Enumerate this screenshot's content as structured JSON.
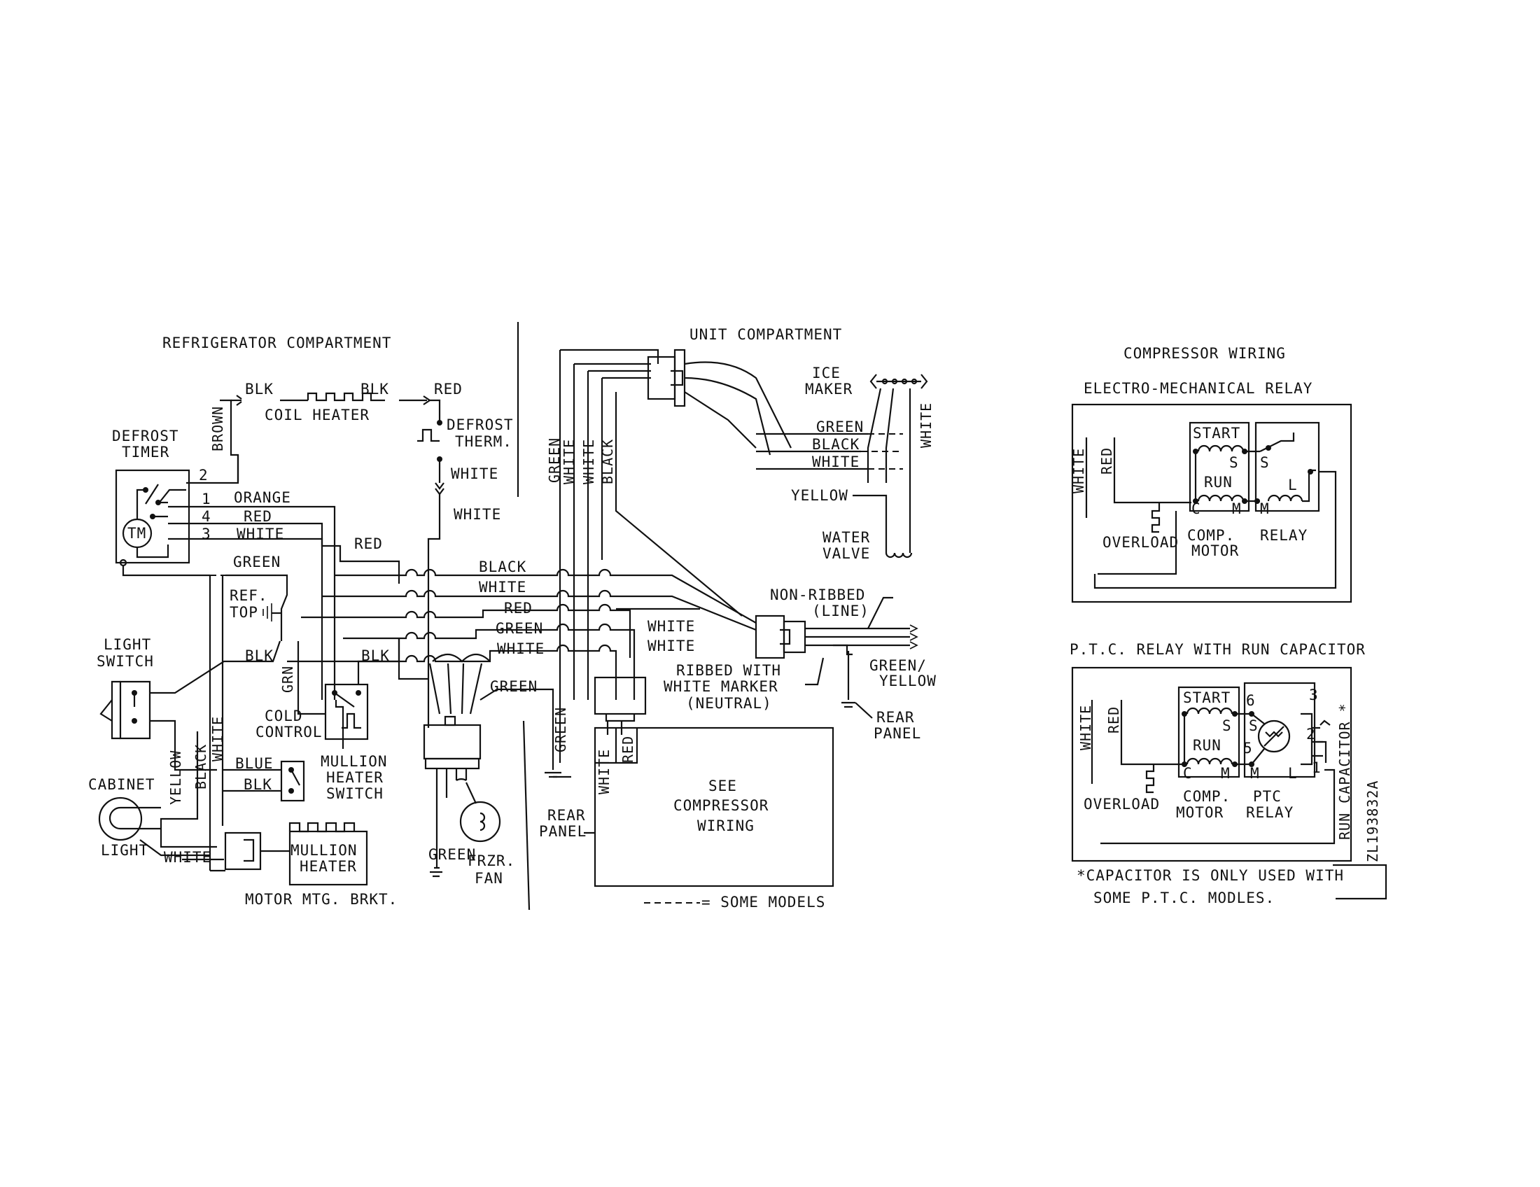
{
  "titles": {
    "ref_compartment": "REFRIGERATOR COMPARTMENT",
    "unit_compartment": "UNIT COMPARTMENT",
    "compressor_wiring": "COMPRESSOR WIRING",
    "em_relay": "ELECTRO-MECHANICAL RELAY",
    "ptc_relay": "P.T.C. RELAY WITH RUN CAPACITOR"
  },
  "refrigerator": {
    "blk_left": "BLK",
    "blk_right": "BLK",
    "red_top": "RED",
    "coil_heater": "COIL HEATER",
    "brown": "BROWN",
    "defrost_therm_1": "DEFROST",
    "defrost_therm_2": "THERM.",
    "white_1": "WHITE",
    "white_2": "WHITE",
    "defrost_timer_1": "DEFROST",
    "defrost_timer_2": "TIMER",
    "tm": "TM",
    "term_2": "2",
    "term_1": "1",
    "term_4": "4",
    "term_3": "3",
    "orange": "ORANGE",
    "red_mid": "RED",
    "white_mid": "WHITE",
    "red_right": "RED",
    "green_top": "GREEN",
    "ref_top_1": "REF.",
    "ref_top_2": "TOP",
    "light_switch_1": "LIGHT",
    "light_switch_2": "SWITCH",
    "blk_a": "BLK",
    "blk_b": "BLK",
    "grn": "GRN",
    "cold_control_1": "COLD",
    "cold_control_2": "CONTROL",
    "yellow_v": "YELLOW",
    "black_v": "BLACK",
    "white_v": "WHITE",
    "blue": "BLUE",
    "blk_c": "BLK",
    "mullion_switch_1": "MULLION",
    "mullion_switch_2": "HEATER",
    "mullion_switch_3": "SWITCH",
    "cabinet": "CABINET",
    "light": "LIGHT",
    "white_bottom": "WHITE",
    "mullion_heater_1": "MULLION",
    "mullion_heater_2": "HEATER",
    "motor_mtg": "MOTOR MTG. BRKT.",
    "green_fan": "GREEN",
    "green_low": "GREEN",
    "frzr_fan_1": "FRZR.",
    "frzr_fan_2": "FAN"
  },
  "unit": {
    "green_v": "GREEN",
    "white_v1": "WHITE",
    "white_v2": "WHITE",
    "black_v": "BLACK",
    "ice_maker_1": "ICE",
    "ice_maker_2": "MAKER",
    "white_ice": "WHITE",
    "green_w": "GREEN",
    "black_w": "BLACK",
    "white_w": "WHITE",
    "yellow": "YELLOW",
    "water_valve_1": "WATER",
    "water_valve_2": "VALVE",
    "black_h": "BLACK",
    "white_h": "WHITE",
    "red_h": "RED",
    "green_h": "GREEN",
    "white_h2": "WHITE",
    "white_r1": "WHITE",
    "white_r2": "WHITE",
    "non_ribbed_1": "NON-RIBBED",
    "non_ribbed_2": "(LINE)",
    "ribbed_1": "RIBBED WITH",
    "ribbed_2": "WHITE MARKER",
    "ribbed_3": "(NEUTRAL)",
    "green_yellow_1": "GREEN/",
    "green_yellow_2": "YELLOW",
    "rear_panel_r1": "REAR",
    "rear_panel_r2": "PANEL",
    "green_mid_v": "GREEN",
    "rear_panel_l1": "REAR",
    "rear_panel_l2": "PANEL",
    "white_cb": "WHITE",
    "red_cb": "RED",
    "see_1": "SEE",
    "see_2": "COMPRESSOR",
    "see_3": "WIRING",
    "some_models": "= SOME MODELS"
  },
  "em": {
    "white": "WHITE",
    "red": "RED",
    "start": "START",
    "s1": "S",
    "s2": "S",
    "run": "RUN",
    "c": "C",
    "m1": "M",
    "m2": "M",
    "l": "L",
    "overload": "OVERLOAD",
    "comp": "COMP.",
    "motor": "MOTOR",
    "relay": "RELAY"
  },
  "ptc": {
    "white": "WHITE",
    "red": "RED",
    "start": "START",
    "n6": "6",
    "n3": "3",
    "s1": "S",
    "s2": "S",
    "n2": "2",
    "run": "RUN",
    "n5": "5",
    "c": "C",
    "m1": "M",
    "m2": "M",
    "l": "L",
    "n1": "1",
    "overload": "OVERLOAD",
    "comp": "COMP.",
    "motor": "MOTOR",
    "ptc": "PTC",
    "relay": "RELAY",
    "run_cap": "RUN CAPACITOR *",
    "doc_id": "ZL193832A",
    "note_1": "*CAPACITOR IS ONLY USED WITH",
    "note_2": "SOME P.T.C. MODLES."
  }
}
